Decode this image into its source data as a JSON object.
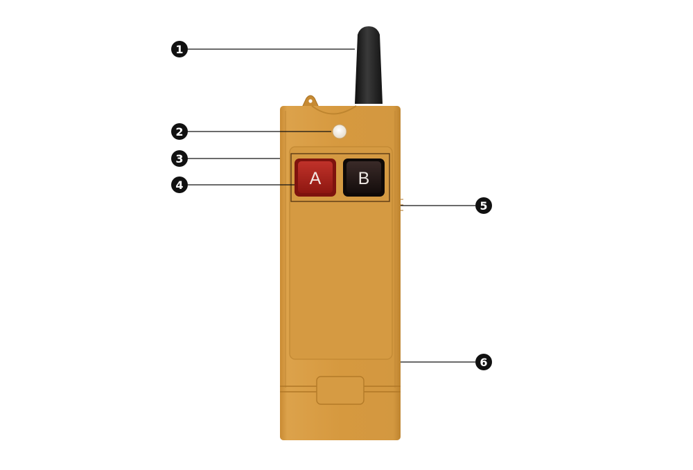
{
  "diagram": {
    "device": "remote-control",
    "colors": {
      "body": "#D4973E",
      "body_dark": "#B97F2B",
      "body_light": "#E2AC56",
      "antenna": "#1E1E1E",
      "button_a": "#A71E17",
      "button_b": "#1C1414",
      "callout": "#111111",
      "indicator": "#F4EEE2"
    },
    "buttons": [
      {
        "id": "a",
        "label": "A",
        "color": "#A71E17"
      },
      {
        "id": "b",
        "label": "B",
        "color": "#1C1414"
      }
    ],
    "callouts": [
      {
        "number": "1",
        "target": "antenna"
      },
      {
        "number": "2",
        "target": "indicator-light"
      },
      {
        "number": "3",
        "target": "button-panel"
      },
      {
        "number": "4",
        "target": "buttons"
      },
      {
        "number": "5",
        "target": "side-edge"
      },
      {
        "number": "6",
        "target": "housing"
      }
    ]
  }
}
